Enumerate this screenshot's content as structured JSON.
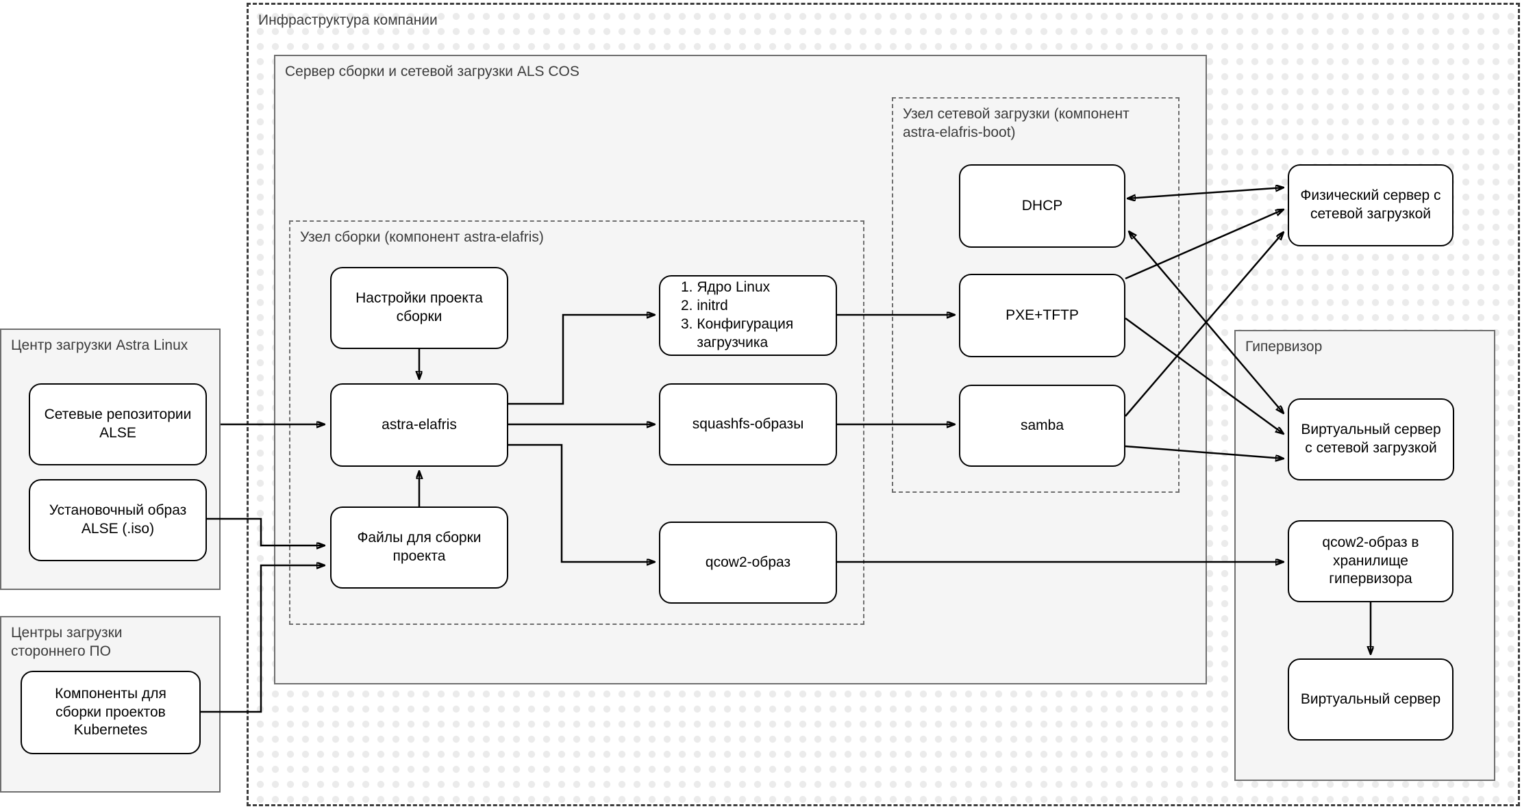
{
  "containers": {
    "infrastructure": {
      "label": "Инфраструктура компании"
    },
    "build_server": {
      "label": "Сервер сборки и сетевой загрузки ALS COS"
    },
    "network_boot_node": {
      "label": "Узел сетевой загрузки (компонент astra-elafris-boot)"
    },
    "build_node": {
      "label": "Узел сборки (компонент astra-elafris)"
    },
    "hypervisor": {
      "label": "Гипервизор"
    },
    "astra_download_center": {
      "label": "Центр загрузки Astra Linux"
    },
    "thirdparty_download_centers": {
      "label": "Центры загрузки стороннего ПО"
    }
  },
  "nodes": {
    "alse_repos": {
      "label": "Сетевые репозитории ALSE"
    },
    "alse_iso": {
      "label": "Установочный образ ALSE (.iso)"
    },
    "k8s_components": {
      "label": "Компоненты для сборки проектов Kubernetes"
    },
    "build_settings": {
      "label": "Настройки проекта сборки"
    },
    "astra_elafris": {
      "label": "astra-elafris"
    },
    "build_files": {
      "label": "Файлы для сборки проекта"
    },
    "boot_artifacts": {
      "label": "1. Ядро Linux\n2. initrd\n3. Конфигурация\n    загрузчика"
    },
    "squashfs_images": {
      "label": "squashfs-образы"
    },
    "qcow2_image": {
      "label": "qcow2-образ"
    },
    "dhcp": {
      "label": "DHCP"
    },
    "pxe_tftp": {
      "label": "PXE+TFTP"
    },
    "samba": {
      "label": "samba"
    },
    "physical_server": {
      "label": "Физический сервер с сетевой загрузкой"
    },
    "virtual_server_netboot": {
      "label": "Виртуальный сервер с сетевой загрузкой"
    },
    "qcow2_in_storage": {
      "label": "qcow2-образ в хранилище гипервизора"
    },
    "virtual_server": {
      "label": "Виртуальный сервер"
    }
  },
  "edges": [
    {
      "from": "alse_repos",
      "to": "astra_elafris",
      "bidirectional": false
    },
    {
      "from": "alse_iso",
      "to": "build_files",
      "bidirectional": false
    },
    {
      "from": "k8s_components",
      "to": "build_files",
      "bidirectional": false
    },
    {
      "from": "build_settings",
      "to": "astra_elafris",
      "bidirectional": false
    },
    {
      "from": "build_files",
      "to": "astra_elafris",
      "bidirectional": false
    },
    {
      "from": "astra_elafris",
      "to": "boot_artifacts",
      "bidirectional": false
    },
    {
      "from": "astra_elafris",
      "to": "squashfs_images",
      "bidirectional": false
    },
    {
      "from": "astra_elafris",
      "to": "qcow2_image",
      "bidirectional": false
    },
    {
      "from": "boot_artifacts",
      "to": "pxe_tftp",
      "bidirectional": false
    },
    {
      "from": "squashfs_images",
      "to": "samba",
      "bidirectional": false
    },
    {
      "from": "qcow2_image",
      "to": "qcow2_in_storage",
      "bidirectional": false
    },
    {
      "from": "dhcp",
      "to": "physical_server",
      "bidirectional": true
    },
    {
      "from": "dhcp",
      "to": "virtual_server_netboot",
      "bidirectional": true
    },
    {
      "from": "pxe_tftp",
      "to": "physical_server",
      "bidirectional": false
    },
    {
      "from": "pxe_tftp",
      "to": "virtual_server_netboot",
      "bidirectional": false
    },
    {
      "from": "samba",
      "to": "physical_server",
      "bidirectional": false
    },
    {
      "from": "samba",
      "to": "virtual_server_netboot",
      "bidirectional": false
    },
    {
      "from": "qcow2_in_storage",
      "to": "virtual_server",
      "bidirectional": false
    }
  ],
  "colors": {
    "node_border": "#000000",
    "node_fill": "#ffffff",
    "container_fill": "#f5f5f5",
    "container_border": "#6e6e6e",
    "outer_border": "#3d3d3d",
    "dot_pattern": "#ebebeb",
    "label_text": "#3b3b3b",
    "edge": "#000000"
  }
}
